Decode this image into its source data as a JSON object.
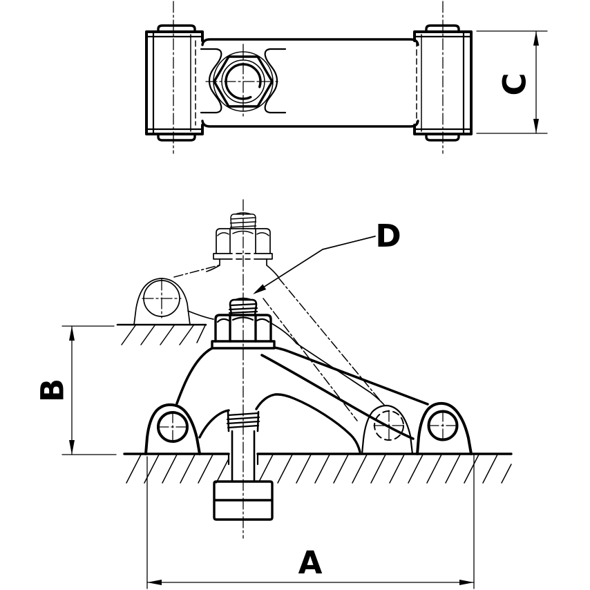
{
  "colors": {
    "ink": "#000000",
    "background": "#ffffff"
  },
  "labels": {
    "a": "A",
    "b": "B",
    "c": "C",
    "d": "D"
  }
}
